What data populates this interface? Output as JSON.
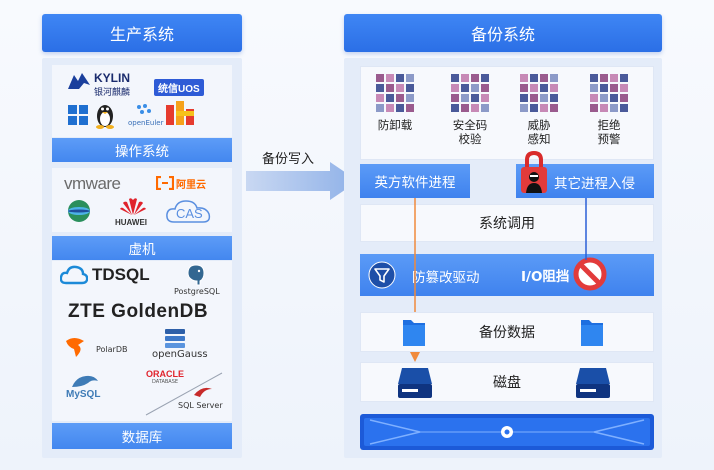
{
  "left": {
    "title": "生产系统",
    "os": {
      "label": "操作系统",
      "logos": {
        "kylin": "KYLIN",
        "kylin_sub": "银河麒麟",
        "uos": "统信UOS",
        "openeuler": "openEuler"
      }
    },
    "vm": {
      "label": "虚机",
      "logos": {
        "vmware": "vmware",
        "aliyun": "阿里云",
        "huawei": "HUAWEI",
        "cas": "CAS"
      }
    },
    "db": {
      "label": "数据库",
      "logos": {
        "tdsql": "TDSQL",
        "postgresql": "PostgreSQL",
        "zte": "ZTE GoldenDB",
        "polardb": "PolarDB",
        "opengauss": "openGauss",
        "mysql": "MySQL",
        "oracle": "ORACLE",
        "oracle_sub": "DATABASE",
        "sqlserver": "SQL Server"
      }
    }
  },
  "arrow_label": "备份写入",
  "right": {
    "title": "备份系统",
    "features": [
      {
        "line1": "防卸载",
        "line2": ""
      },
      {
        "line1": "安全码",
        "line2": "校验"
      },
      {
        "line1": "威胁",
        "line2": "感知"
      },
      {
        "line1": "拒绝",
        "line2": "预警"
      }
    ],
    "proc_own": "英方软件进程",
    "proc_other": "其它进程入侵",
    "syscall": "系统调用",
    "driver": "防篡改驱动",
    "io_block": "I/O阻挡",
    "backup_data": "备份数据",
    "disk": "磁盘"
  },
  "colors": {
    "accent": "#2b6fe6",
    "orange": "#f08a3c",
    "red": "#e23b3b",
    "hacker_line": "#2b5fd6"
  }
}
